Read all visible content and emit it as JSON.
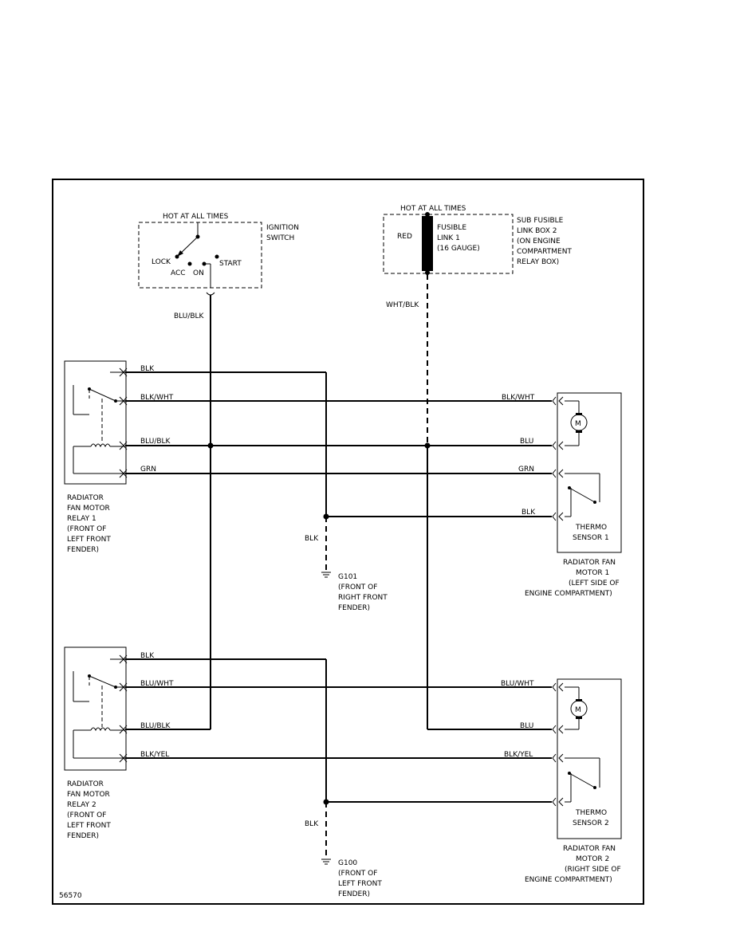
{
  "labels": {
    "ign_hot": "HOT AT ALL TIMES",
    "ign_name_1": "IGNITION",
    "ign_name_2": "SWITCH",
    "lock": "LOCK",
    "acc": "ACC",
    "on": "ON",
    "start": "START",
    "fuse_hot": "HOT AT ALL TIMES",
    "red": "RED",
    "fusible_1": "FUSIBLE",
    "fusible_2": "LINK 1",
    "fusible_3": "(16 GAUGE)",
    "sub_1": "SUB FUSIBLE",
    "sub_2": "LINK BOX 2",
    "sub_3": "(ON ENGINE",
    "sub_4": "COMPARTMENT",
    "sub_5": "RELAY BOX)",
    "blu_blk_top": "BLU/BLK",
    "wht_blk": "WHT/BLK",
    "r1_w1": "BLK",
    "r1_w2": "BLK/WHT",
    "r1_w3": "BLU/BLK",
    "r1_w4": "GRN",
    "m1_w1": "BLK/WHT",
    "m1_w2": "BLU",
    "m1_w3": "GRN",
    "m1_w4": "BLK",
    "relay1": [
      "RADIATOR",
      "FAN MOTOR",
      "RELAY 1",
      "(FRONT OF",
      "LEFT FRONT",
      "FENDER)"
    ],
    "blk_gnd1": "BLK",
    "g101": [
      "G101",
      "(FRONT OF",
      "RIGHT FRONT",
      "FENDER)"
    ],
    "thermo1": [
      "THERMO",
      "SENSOR 1"
    ],
    "motor1": [
      "RADIATOR FAN",
      "MOTOR 1",
      "(LEFT SIDE OF",
      "ENGINE COMPARTMENT)"
    ],
    "r2_w1": "BLK",
    "r2_w2": "BLU/WHT",
    "r2_w3": "BLU/BLK",
    "r2_w4": "BLK/YEL",
    "m2_w1": "BLU/WHT",
    "m2_w2": "BLU",
    "m2_w3": "BLK/YEL",
    "relay2": [
      "RADIATOR",
      "FAN MOTOR",
      "RELAY 2",
      "(FRONT OF",
      "LEFT FRONT",
      "FENDER)"
    ],
    "blk_gnd2": "BLK",
    "g100": [
      "G100",
      "(FRONT OF",
      "LEFT FRONT",
      "FENDER)"
    ],
    "thermo2": [
      "THERMO",
      "SENSOR 2"
    ],
    "motor2": [
      "RADIATOR FAN",
      "MOTOR 2",
      "(RIGHT SIDE OF",
      "ENGINE COMPARTMENT)"
    ],
    "motor_symbol": "M",
    "fig_number": "56570"
  }
}
